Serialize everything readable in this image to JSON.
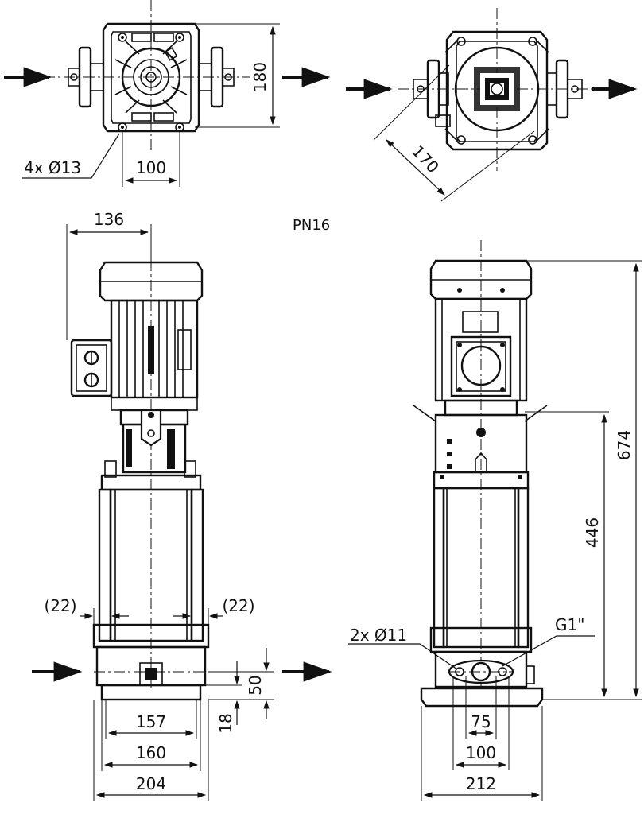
{
  "pressure_label": "PN16",
  "top_left": {
    "bolt_holes": "4x Ø13",
    "depth": "180",
    "hole_spacing": "100"
  },
  "top_right": {
    "diagonal": "170"
  },
  "side_view": {
    "motor_offset": "136",
    "flange_left": "(22)",
    "flange_right": "(22)",
    "inlet_height": "50",
    "base_thickness": "18",
    "base_inner": "157",
    "base_mid": "160",
    "base_overall": "204"
  },
  "front_view": {
    "hole_label": "2x Ø11",
    "thread_label": "G1\"",
    "total_height": "674",
    "pump_height": "446",
    "hole_spacing_small": "75",
    "hole_spacing": "100",
    "base_width": "212"
  }
}
